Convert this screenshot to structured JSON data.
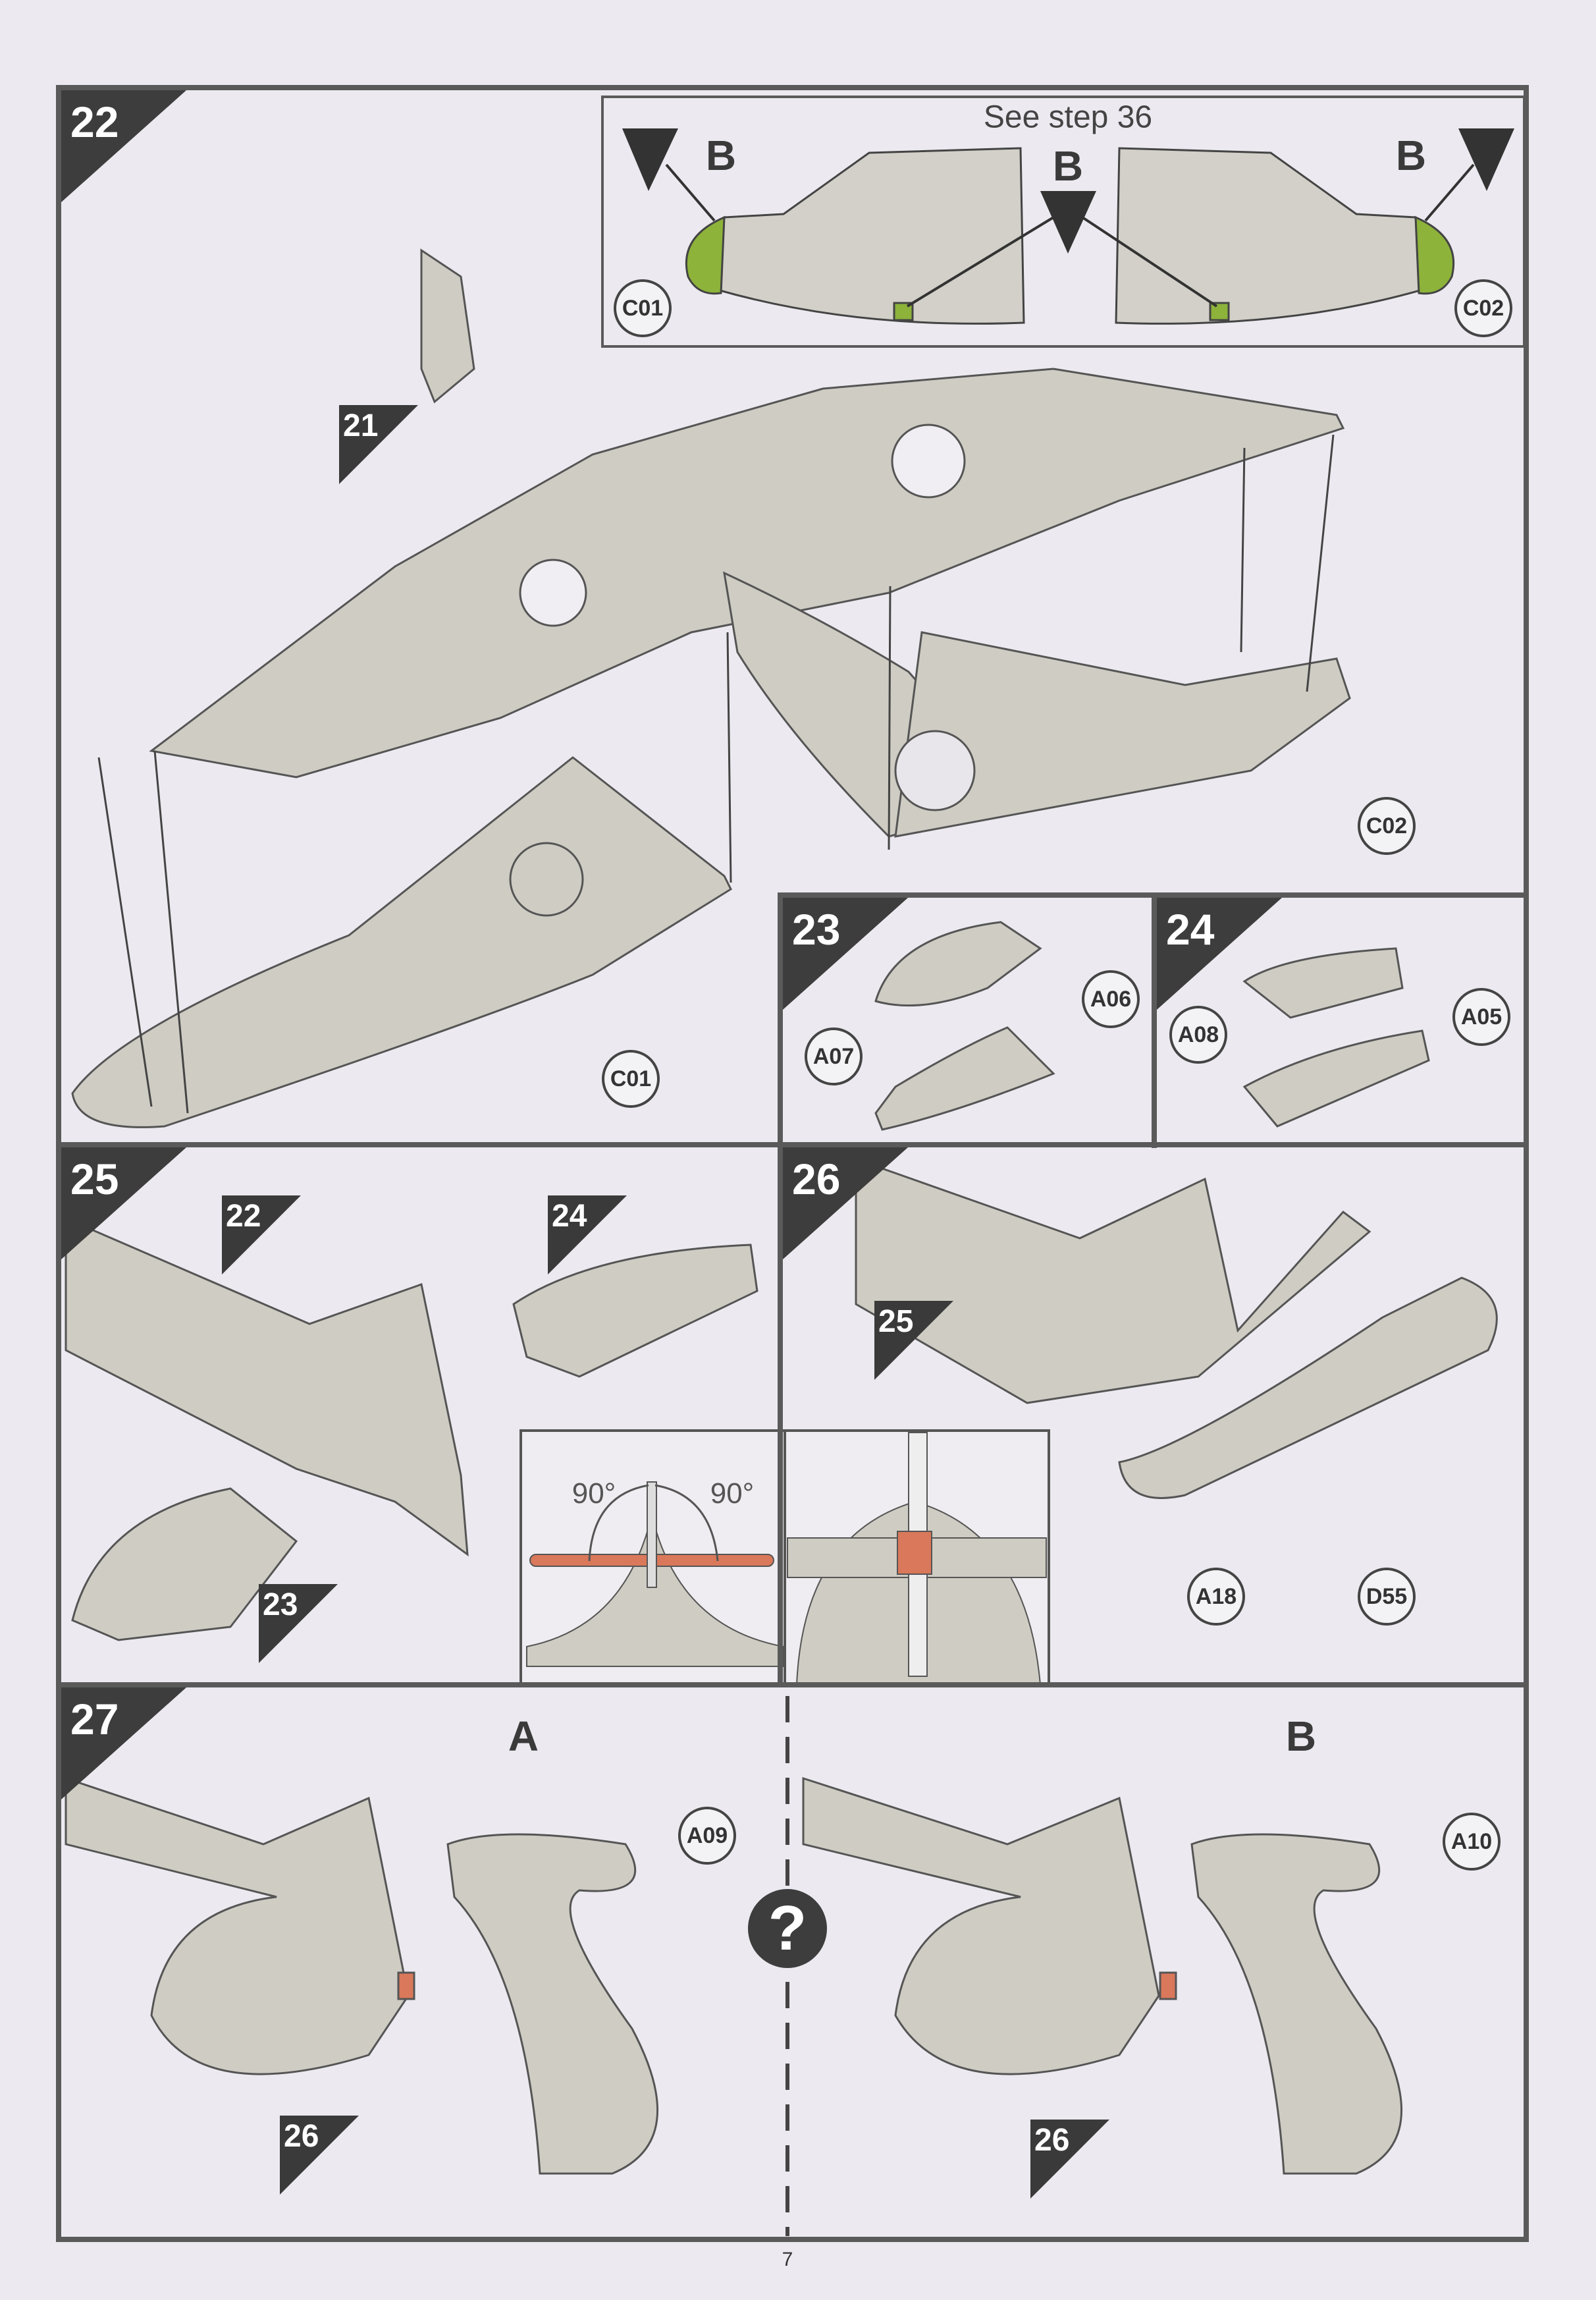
{
  "page_number": "7",
  "steps": {
    "s22": {
      "number": "22",
      "inset_note": "See step 36",
      "inset_marker_label": "B",
      "parts": [
        "C01",
        "C02",
        "C02",
        "C01"
      ],
      "ref_step": "21"
    },
    "s23": {
      "number": "23",
      "parts": [
        "A06",
        "A07"
      ]
    },
    "s24": {
      "number": "24",
      "parts": [
        "A08",
        "A05"
      ]
    },
    "s25": {
      "number": "25",
      "ref_steps": [
        "22",
        "24",
        "23"
      ],
      "angle_left": "90°",
      "angle_right": "90°"
    },
    "s26": {
      "number": "26",
      "ref_step": "25",
      "parts": [
        "A18",
        "D55"
      ]
    },
    "s27": {
      "number": "27",
      "ref_step": "26",
      "option_a": "A",
      "option_b": "B",
      "parts": [
        "A09",
        "A10"
      ],
      "question_icon": "?"
    }
  },
  "colors": {
    "frame": "#5a5a5a",
    "part_fill": "#c9c6bd",
    "highlight_green": "#8db33a",
    "highlight_orange": "#d9785a"
  }
}
